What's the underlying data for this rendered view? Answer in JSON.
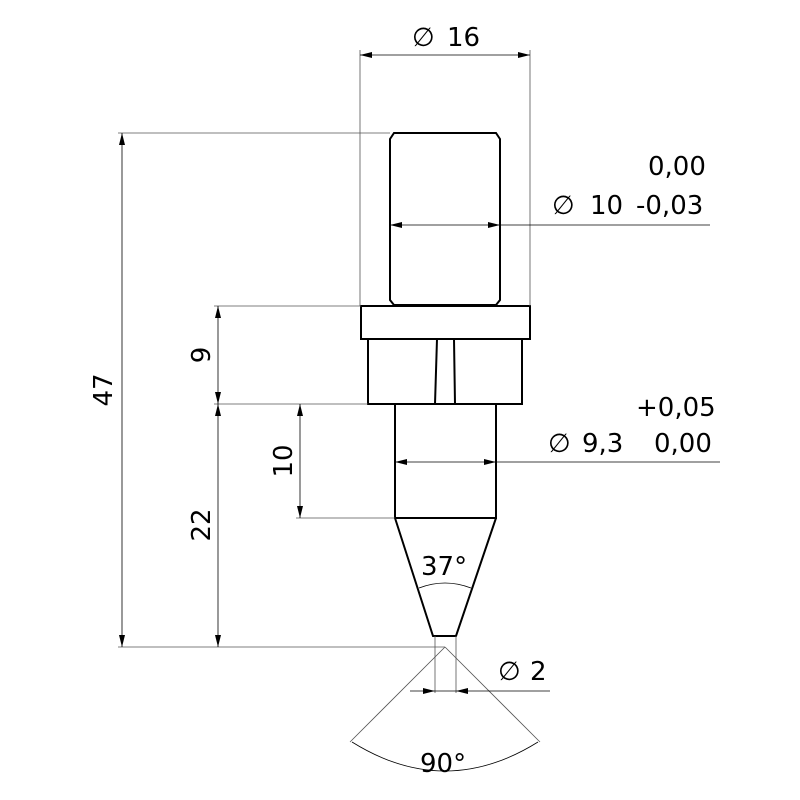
{
  "dimensions": {
    "collar_diameter": "16",
    "pin_diameter": "10",
    "pin_tol_upper": "0,00",
    "pin_tol_lower": "-0,03",
    "shaft_diameter": "9,3",
    "shaft_tol_upper": "+0,05",
    "shaft_tol_lower": "0,00",
    "tip_diameter": "2",
    "overall_length": "47",
    "hex_height": "9",
    "tip_length": "22",
    "shaft_length": "10",
    "cone_angle": "37°",
    "tip_angle": "90°"
  },
  "symbols": {
    "diameter": "∅"
  }
}
